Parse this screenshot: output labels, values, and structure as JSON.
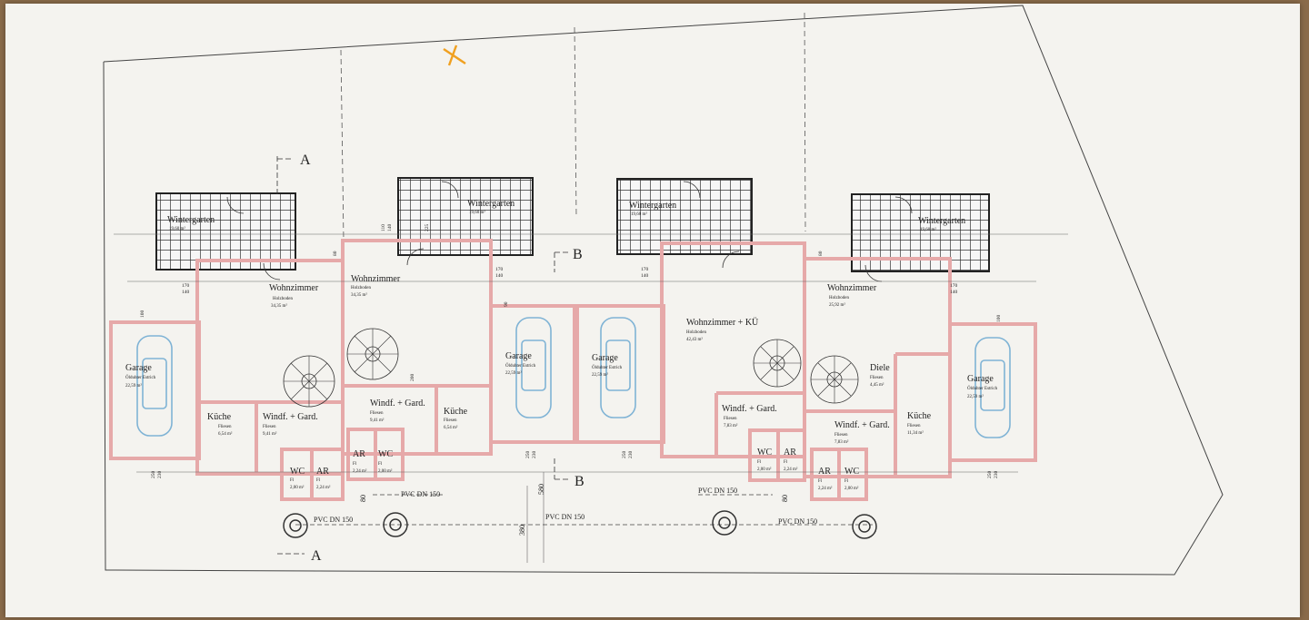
{
  "marker": "X",
  "section_marks": {
    "a_top": "A",
    "a_bottom": "A",
    "b_top": "B",
    "b_bottom": "B"
  },
  "dimensions": {
    "d80": "80",
    "d110": "110",
    "d140": "140",
    "d170": "170",
    "d100": "100",
    "d90": "90",
    "d200": "200",
    "d250": "250",
    "d230": "230",
    "d225": "225",
    "d580": "580",
    "d380": "380"
  },
  "pipes": {
    "p1": "PVC DN 150",
    "p2": "PVC DN 150",
    "p3": "PVC DN 150",
    "p4": "PVC DN 150",
    "p5": "PVC DN 150"
  },
  "units": [
    {
      "wintergarten": {
        "label": "Wintergarten",
        "area": "19,60 m²"
      },
      "wohnzimmer": {
        "label": "Wohnzimmer",
        "floor": "Holzboden",
        "area": "34,35 m²"
      },
      "garage": {
        "label": "Garage",
        "floor": "Ölduhter Estrich",
        "area": "22,59 m²"
      },
      "kueche": {
        "label": "Küche",
        "floor": "Fliesen",
        "area": "6,54 m²"
      },
      "windf": {
        "label": "Windf. + Gard.",
        "floor": "Fliesen",
        "area": "9,41 m²"
      },
      "wc": {
        "label": "WC",
        "floor": "Fl",
        "area": "2,00 m²"
      },
      "ar": {
        "label": "AR",
        "floor": "Fl",
        "area": "2,24 m²"
      }
    },
    {
      "wintergarten": {
        "label": "Wintergarten",
        "area": "19,60 m²"
      },
      "wohnzimmer": {
        "label": "Wohnzimmer",
        "floor": "Holzboden",
        "area": "34,35 m²"
      },
      "garage": {
        "label": "Garage",
        "floor": "Ölduhter Estrich",
        "area": "22,59 m²"
      },
      "kueche": {
        "label": "Küche",
        "floor": "Fliesen",
        "area": "6,54 m²"
      },
      "windf": {
        "label": "Windf. + Gard.",
        "floor": "Fliesen",
        "area": "9,41 m²"
      },
      "wc": {
        "label": "WC",
        "floor": "Fl",
        "area": "2,00 m²"
      },
      "ar": {
        "label": "AR",
        "floor": "Fl",
        "area": "2,24 m²"
      }
    },
    {
      "wintergarten": {
        "label": "Wintergarten",
        "area": "19,60 m²"
      },
      "wohnzimmer": {
        "label": "Wohnzimmer + KÜ",
        "floor": "Holzboden",
        "area": "42,43 m²"
      },
      "garage": {
        "label": "Garage",
        "floor": "Ölduhter Estrich",
        "area": "22,59 m²"
      },
      "windf": {
        "label": "Windf. + Gard.",
        "floor": "Fliesen",
        "area": "7,83 m²"
      },
      "wc": {
        "label": "WC",
        "floor": "Fl",
        "area": "2,00 m²"
      },
      "ar": {
        "label": "AR",
        "floor": "Fl",
        "area": "2,24 m²"
      }
    },
    {
      "wintergarten": {
        "label": "Wintergarten",
        "area": "19,60 m²"
      },
      "wohnzimmer": {
        "label": "Wohnzimmer",
        "floor": "Holzboden",
        "area": "25,92 m²"
      },
      "garage": {
        "label": "Garage",
        "floor": "Ölduhter Estrich",
        "area": "22,59 m²"
      },
      "diele": {
        "label": "Diele",
        "floor": "Fliesen",
        "area": "4,45 m²"
      },
      "kueche": {
        "label": "Küche",
        "floor": "Fliesen",
        "area": "11,34 m²"
      },
      "windf": {
        "label": "Windf. + Gard.",
        "floor": "Fliesen",
        "area": "7,83 m²"
      },
      "wc": {
        "label": "WC",
        "floor": "Fl",
        "area": "2,00 m²"
      },
      "ar": {
        "label": "AR",
        "floor": "Fl",
        "area": "2,24 m²"
      }
    }
  ],
  "colors": {
    "wall": "#e8b4b4",
    "wall_stroke": "#c97f7f",
    "car": "#7fb3d5",
    "line": "#333333",
    "marker": "#f0a020"
  }
}
